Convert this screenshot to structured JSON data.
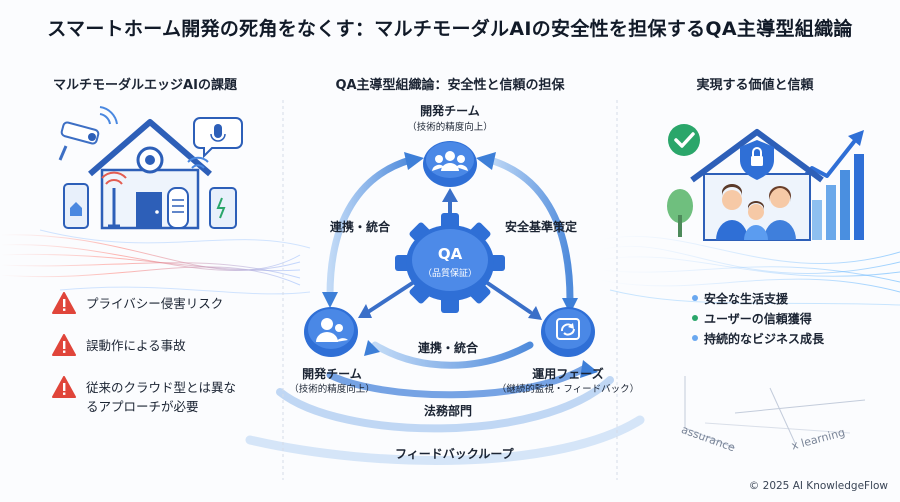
{
  "title": "スマートホーム開発の死角をなくす：マルチモーダルAIの安全性を担保するQA主導型組織論",
  "sections": {
    "left": "マルチモーダルエッジAIの課題",
    "center": "QA主導型組織論：安全性と信頼の担保",
    "right": "実現する価値と信頼"
  },
  "risks": [
    "プライバシー侵害リスク",
    "誤動作による事故",
    "従来のクラウド型とは異な\nるアプローチが必要"
  ],
  "nodes": {
    "top_title": "開発チーム",
    "top_sub": "（技術的精度向上）",
    "hub_title": "QA",
    "hub_sub": "（品質保証）",
    "left_title": "開発チーム",
    "left_sub": "（技術的精度向上）",
    "right_title": "運用フェーズ",
    "right_sub": "（継続的監視・フィードバック）"
  },
  "edges": {
    "upper_left": "連携・統合",
    "upper_right": "安全基準策定",
    "lower_center": "連携・統合",
    "legal": "法務部門",
    "feedback": "フィードバックループ"
  },
  "values": [
    {
      "text": "安全な生活支援",
      "color": "#2f6fd6"
    },
    {
      "text": "ユーザーの信頼獲得",
      "color": "#2aa66a"
    },
    {
      "text": "持続的なビジネス成長",
      "color": "#2f6fd6"
    }
  ],
  "axes": {
    "a": "assurance",
    "b": "x learning"
  },
  "footer": "© 2025 AI KnowledgeFlow",
  "icons": [
    "camera-icon",
    "house-icon",
    "microphone-icon",
    "phone-icon",
    "router-icon",
    "speaker-icon",
    "thermostat-icon",
    "wifi-icon",
    "warning-icon",
    "team-icon",
    "gear-icon",
    "cycle-icon",
    "checkmark-icon",
    "family-icon",
    "lock-icon",
    "growth-chart-icon",
    "tree-icon"
  ],
  "colors": {
    "primary": "#2f6fd6",
    "danger": "#e0453a",
    "success": "#2aa66a"
  }
}
